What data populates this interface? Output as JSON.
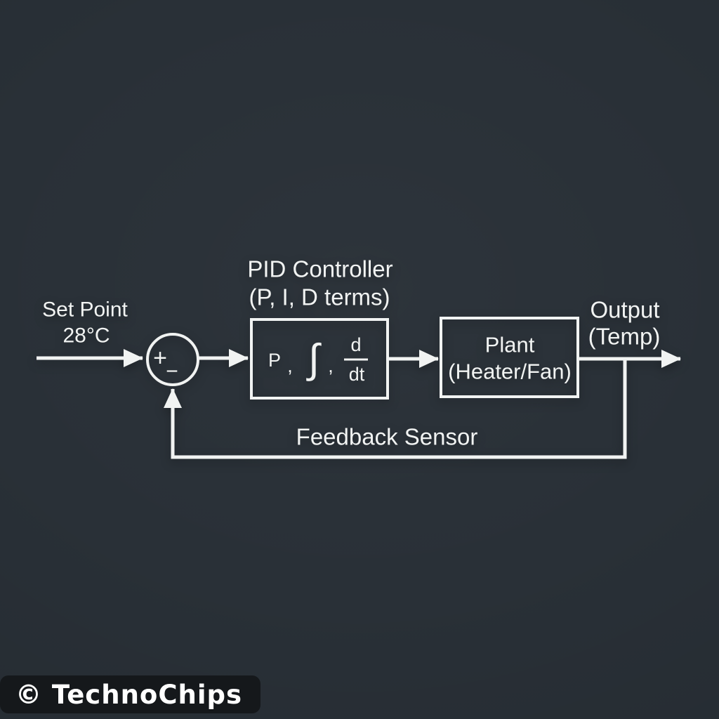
{
  "colors": {
    "background": "#293037",
    "stroke": "#f1f3f2",
    "text": "#f1f3f2",
    "badge_bg": "#15181b",
    "badge_text": "#ffffff"
  },
  "diagram": {
    "setpoint": {
      "line1": "Set Point",
      "line2": "28°C"
    },
    "summing_junction": {
      "plus": "+",
      "minus": "−"
    },
    "pid": {
      "title_line1": "PID Controller",
      "title_line2": "(P, I, D terms)",
      "term_p": "P",
      "comma1": ",",
      "term_integral": "∫",
      "comma2": ",",
      "deriv_numerator": "d",
      "deriv_denominator": "dt"
    },
    "plant": {
      "line1": "Plant",
      "line2": "(Heater/Fan)"
    },
    "output": {
      "line1": "Output",
      "line2": "(Temp)"
    },
    "feedback_label": "Feedback Sensor"
  },
  "watermark": {
    "text": "© TechnoChips"
  }
}
